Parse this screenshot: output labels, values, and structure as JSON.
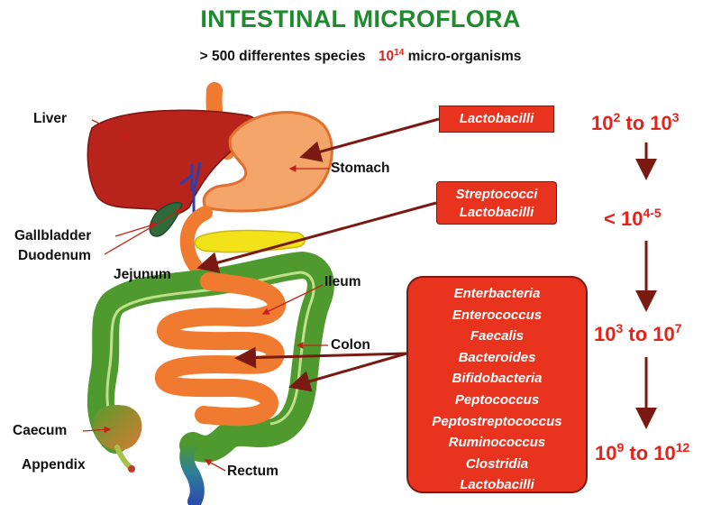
{
  "title": "INTESTINAL MICROFLORA",
  "subtitle": {
    "species": "> 500 differentes species",
    "organisms_base": "10",
    "organisms_exp": "14",
    "organisms_suffix": " micro-organisms"
  },
  "organ_labels": {
    "liver": "Liver",
    "stomach": "Stomach",
    "gallbladder": "Gallbladder",
    "duodenum": "Duodenum",
    "jejunum": "Jejunum",
    "ileum": "Ileum",
    "colon": "Colon",
    "caecum": "Caecum",
    "appendix": "Appendix",
    "rectum": "Rectum"
  },
  "bacteria_boxes": {
    "stomach": [
      "Lactobacilli"
    ],
    "small_intestine": [
      "Streptococci",
      "Lactobacilli"
    ],
    "large_intestine": [
      "Enterbacteria",
      "Enterococcus",
      "Faecalis",
      "Bacteroides",
      "Bifidobacteria",
      "Peptococcus",
      "Peptostreptococcus",
      "Ruminococcus",
      "Clostridia",
      "Lactobacilli"
    ]
  },
  "counts": [
    {
      "a_base": "10",
      "a_exp": "2",
      "sep": " to ",
      "b_base": "10",
      "b_exp": "3"
    },
    {
      "prefix": "< ",
      "a_base": "10",
      "a_exp": "4-5"
    },
    {
      "a_base": "10",
      "a_exp": "3",
      "sep": " to ",
      "b_base": "10",
      "b_exp": "7"
    },
    {
      "a_base": "10",
      "a_exp": "9",
      "sep": " to ",
      "b_base": "10",
      "b_exp": "12"
    }
  ],
  "colors": {
    "title": "#1f8a2e",
    "accent_red": "#e3241b",
    "box_fill": "#e8331f",
    "arrow": "#7a1a12",
    "liver": "#b8231c",
    "stomach": "#f4a56a",
    "intestine": "#f07a30",
    "colon": "#4f9a2e",
    "pancreas": "#f2e21a"
  }
}
